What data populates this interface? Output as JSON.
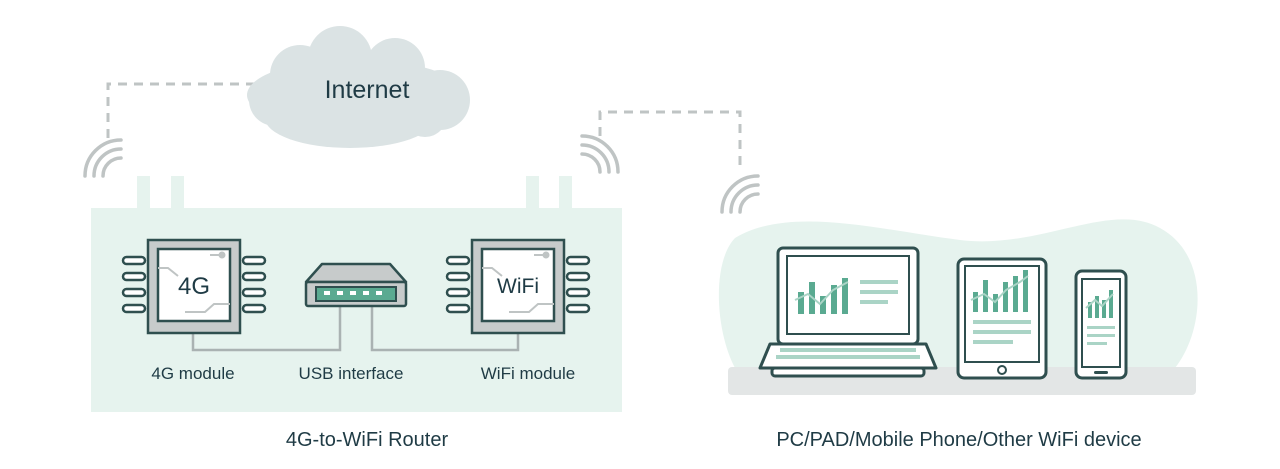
{
  "internet": {
    "label": "Internet"
  },
  "router": {
    "title": "4G-to-WiFi Router",
    "module_4g": {
      "chip_text": "4G",
      "label": "4G module"
    },
    "usb": {
      "label": "USB interface"
    },
    "module_wifi": {
      "chip_text": "WiFi",
      "label": "WiFi module"
    }
  },
  "devices": {
    "label": "PC/PAD/Mobile Phone/Other WiFi device"
  },
  "icons": {
    "cloud": "cloud-icon",
    "signal": "wifi-signal-icon",
    "chip": "chip-icon",
    "usb": "usb-port-icon",
    "laptop": "laptop-icon",
    "tablet": "tablet-icon",
    "phone": "phone-icon"
  },
  "colors": {
    "outline": "#2f4f4f",
    "accent": "#5aaa91",
    "panel": "#e6f3ee",
    "chip_body": "#c7cbcb",
    "cloud": "#dbe3e4",
    "dashed": "#bfc4c4",
    "text": "#1f3b45"
  }
}
